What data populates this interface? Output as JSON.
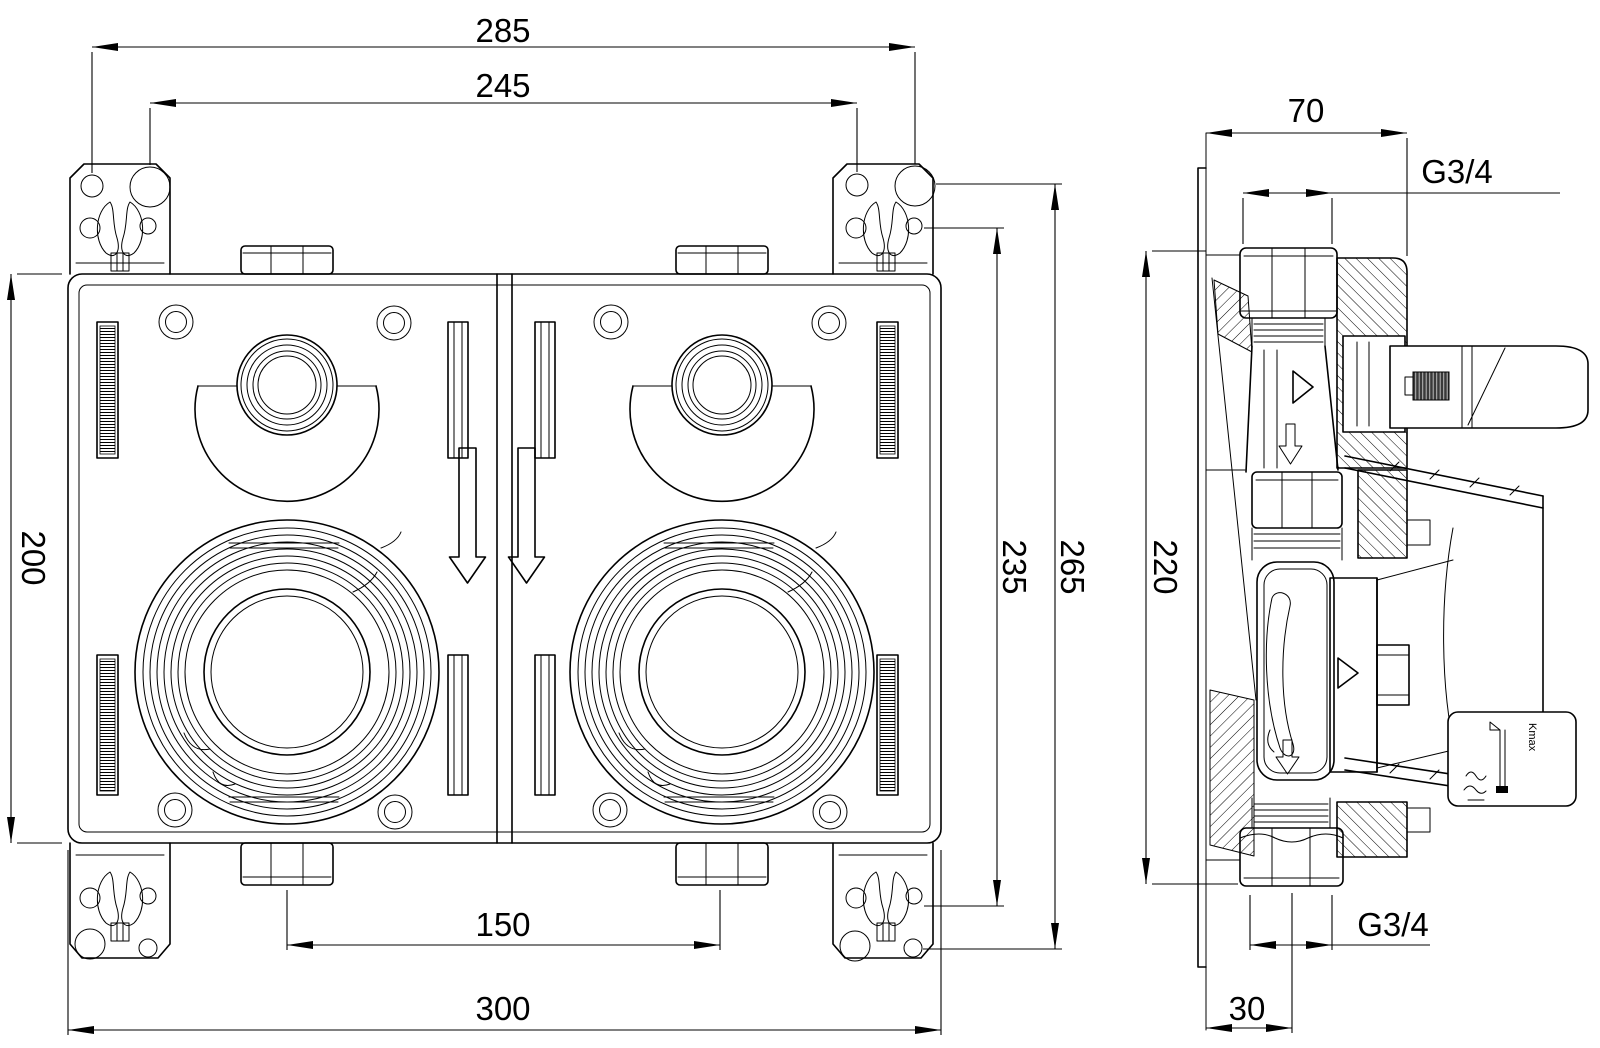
{
  "page": {
    "background": "#ffffff",
    "line_color": "#000000"
  },
  "dimensions": {
    "front": {
      "mounting_holes_outer_width": "285",
      "mounting_holes_inner_width": "245",
      "body_height": "200",
      "clip_holes_height": "235",
      "mounting_holes_height": "265",
      "outlet_spacing": "150",
      "overall_width": "300"
    },
    "side": {
      "depth": "70",
      "top_thread": "G3/4",
      "overall_height": "220",
      "bottom_thread": "G3/4",
      "outlet_offset": "30"
    }
  },
  "annotations": {
    "label_kmax": "Kmax"
  }
}
